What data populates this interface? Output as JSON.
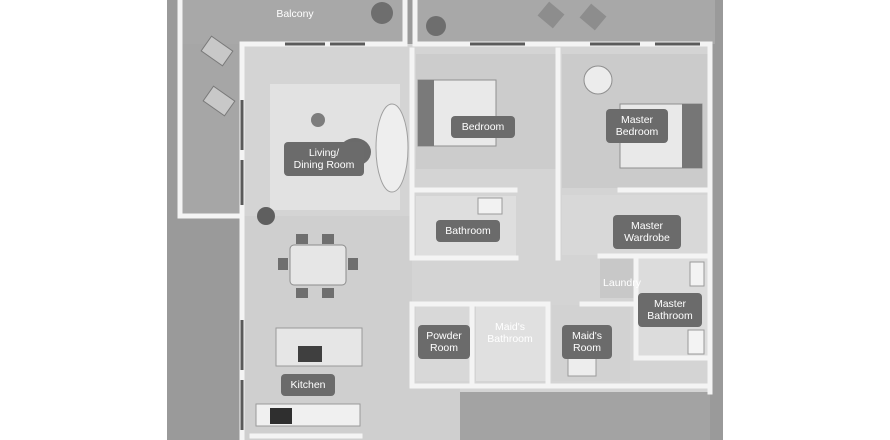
{
  "rooms": {
    "balcony": "Balcony",
    "living_line1": "Living/",
    "living_line2": "Dining Room",
    "bedroom": "Bedroom",
    "master_bedroom_line1": "Master",
    "master_bedroom_line2": "Bedroom",
    "bathroom": "Bathroom",
    "master_wardrobe_line1": "Master",
    "master_wardrobe_line2": "Wardrobe",
    "laundry": "Laundry",
    "master_bathroom_line1": "Master",
    "master_bathroom_line2": "Bathroom",
    "powder_line1": "Powder",
    "powder_line2": "Room",
    "maids_bathroom_line1": "Maid's",
    "maids_bathroom_line2": "Bathroom",
    "maids_room_line1": "Maid's",
    "maids_room_line2": "Room",
    "kitchen": "Kitchen"
  },
  "colors": {
    "outside": "#9a9a9a",
    "floor": "#d4d4d4",
    "wall": "#f5f5f5",
    "label_bg": "#6b6b6b"
  }
}
